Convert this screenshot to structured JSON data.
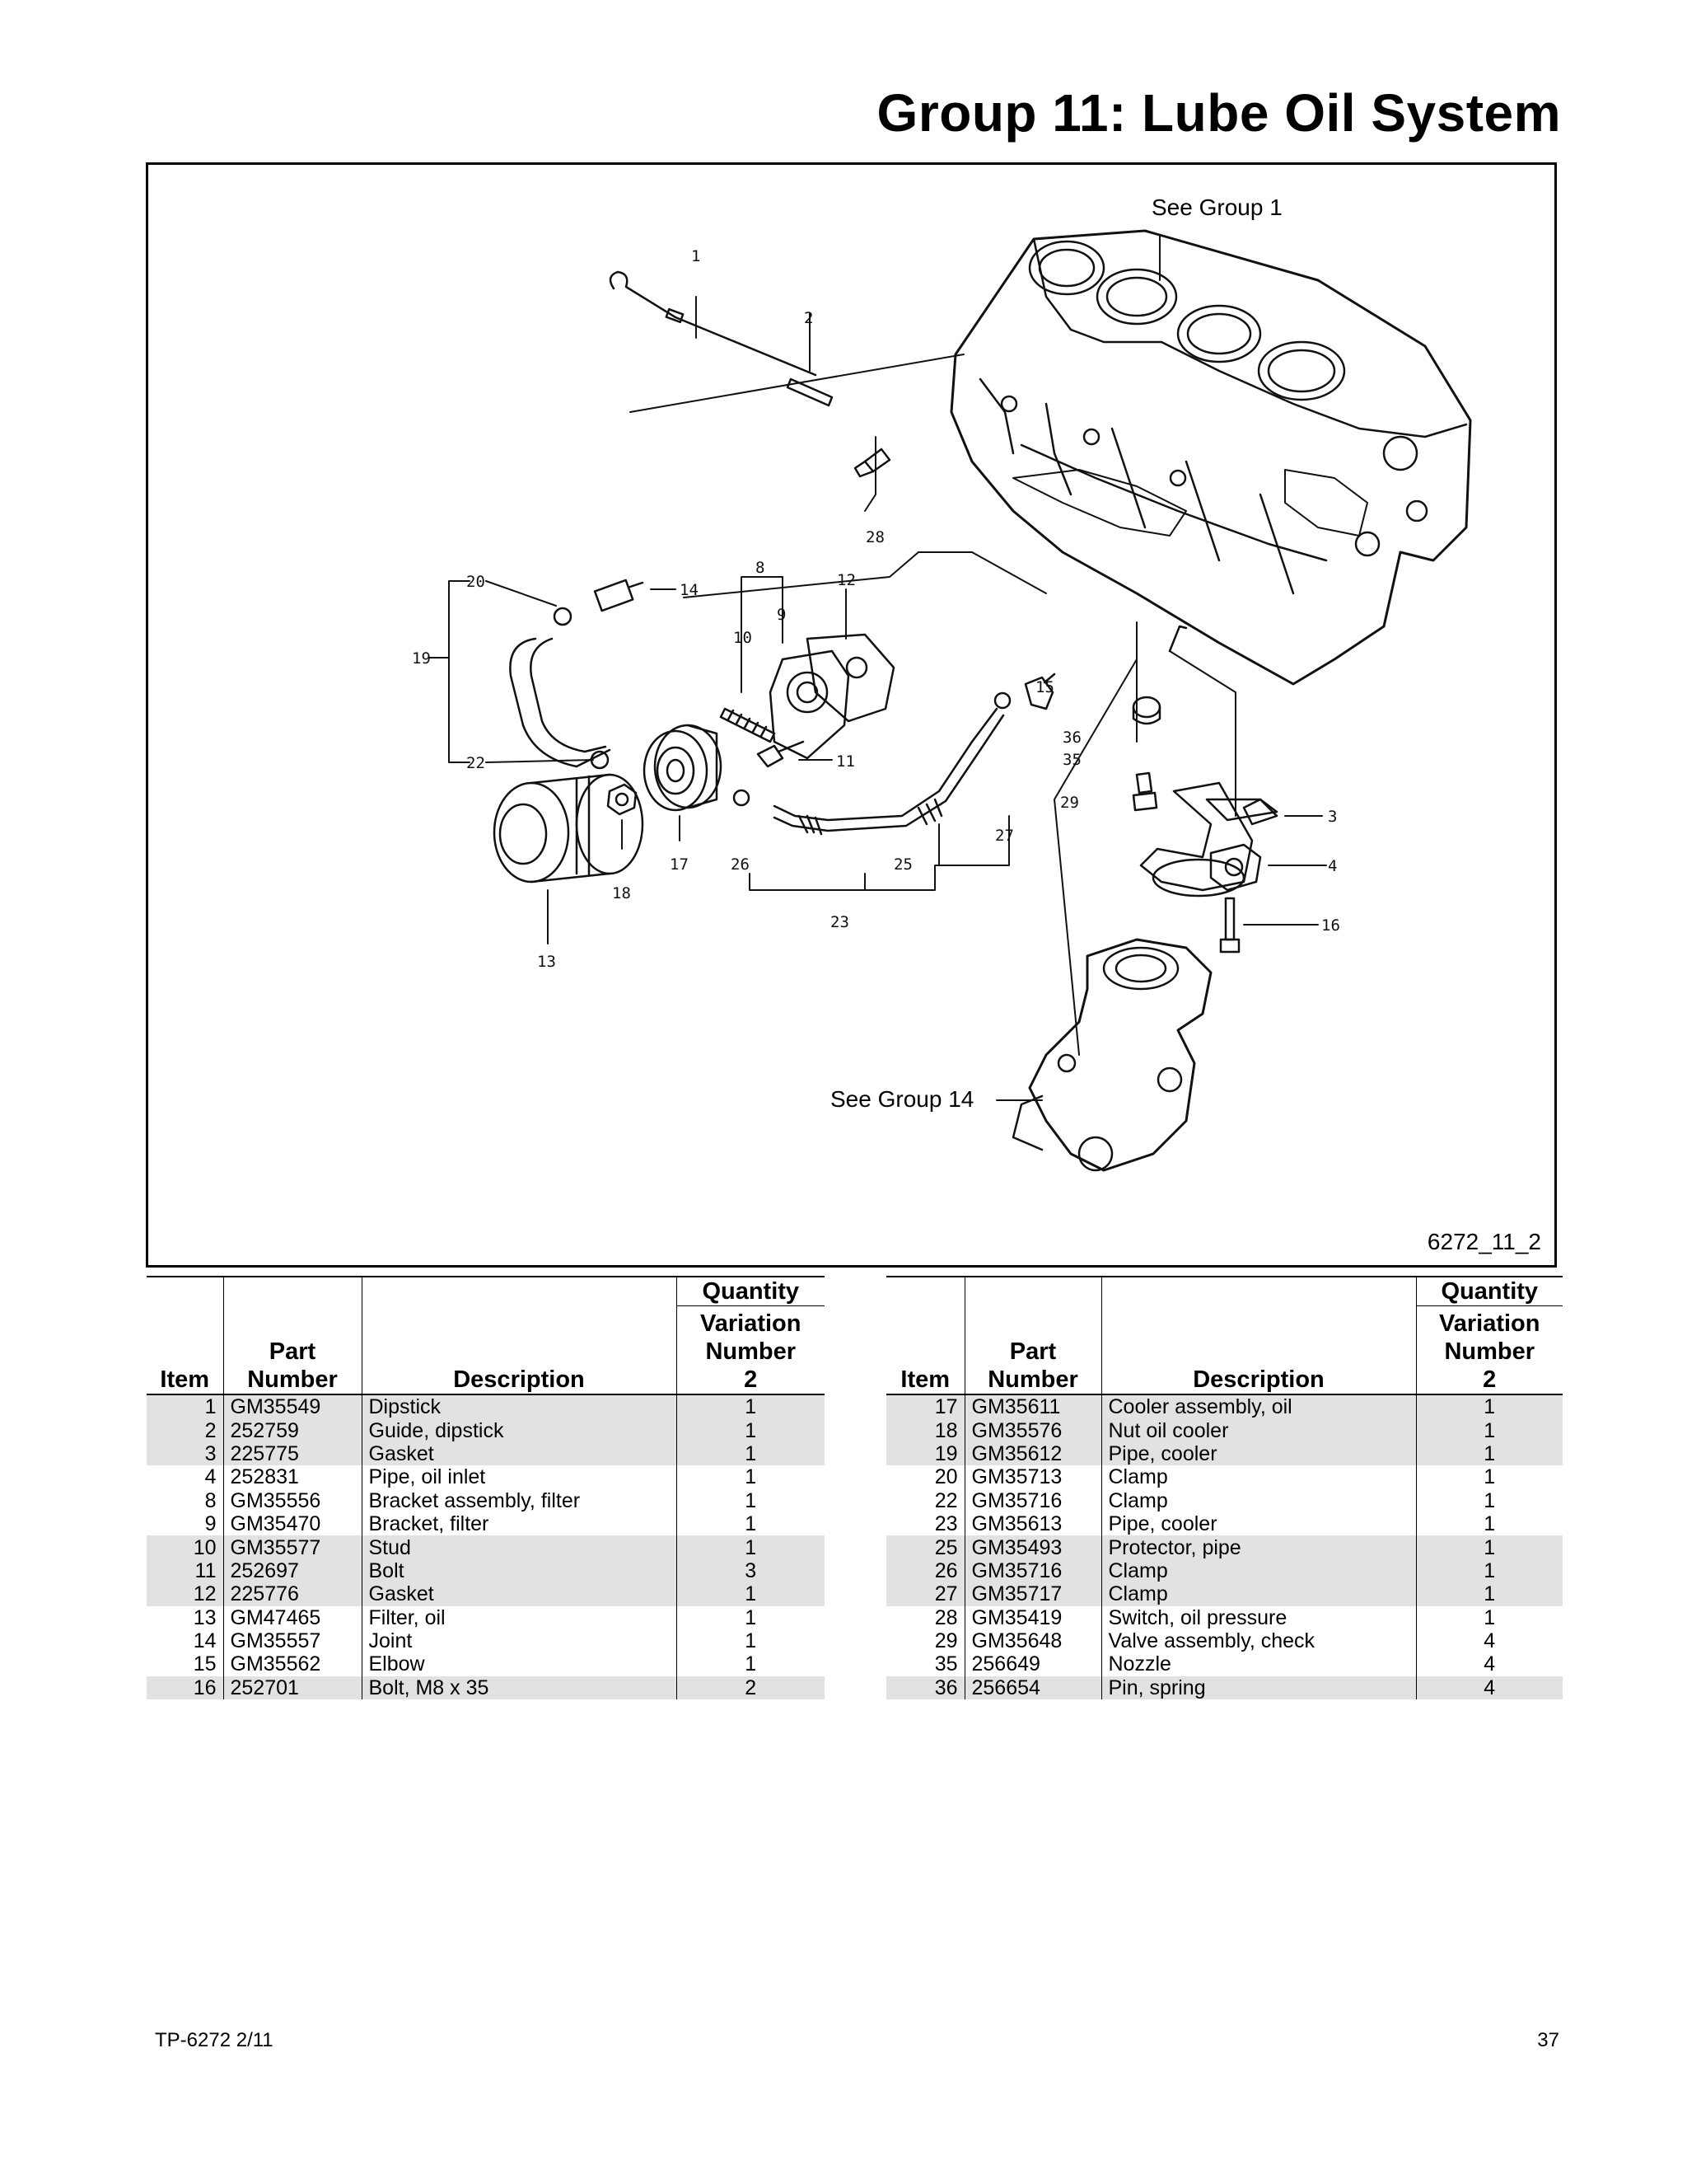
{
  "title": "Group 11:  Lube Oil System",
  "figure": {
    "see_group_1": "See Group 1",
    "see_group_14": "See Group 14",
    "figure_id": "6272_11_2",
    "callouts": [
      "1",
      "2",
      "28",
      "20",
      "14",
      "19",
      "22",
      "8",
      "9",
      "10",
      "12",
      "11",
      "17",
      "13",
      "18",
      "26",
      "25",
      "23",
      "15",
      "36",
      "35",
      "29",
      "27",
      "3",
      "4",
      "16"
    ]
  },
  "table": {
    "headers": {
      "item": "Item",
      "part": "Part",
      "number": "Number",
      "description": "Description",
      "quantity": "Quantity",
      "variation": "Variation",
      "variation_number": "Number",
      "variation_value": "2"
    },
    "left_rows": [
      {
        "item": "1",
        "part": "GM35549",
        "desc": "Dipstick",
        "qty": "1"
      },
      {
        "item": "2",
        "part": "252759",
        "desc": "Guide, dipstick",
        "qty": "1"
      },
      {
        "item": "3",
        "part": "225775",
        "desc": "Gasket",
        "qty": "1"
      },
      {
        "item": "4",
        "part": "252831",
        "desc": "Pipe, oil inlet",
        "qty": "1"
      },
      {
        "item": "8",
        "part": "GM35556",
        "desc": "Bracket assembly, filter",
        "qty": "1"
      },
      {
        "item": "9",
        "part": "GM35470",
        "desc": "Bracket, filter",
        "qty": "1"
      },
      {
        "item": "10",
        "part": "GM35577",
        "desc": "Stud",
        "qty": "1"
      },
      {
        "item": "11",
        "part": "252697",
        "desc": "Bolt",
        "qty": "3"
      },
      {
        "item": "12",
        "part": "225776",
        "desc": "Gasket",
        "qty": "1"
      },
      {
        "item": "13",
        "part": "GM47465",
        "desc": "Filter, oil",
        "qty": "1"
      },
      {
        "item": "14",
        "part": "GM35557",
        "desc": "Joint",
        "qty": "1"
      },
      {
        "item": "15",
        "part": "GM35562",
        "desc": "Elbow",
        "qty": "1"
      },
      {
        "item": "16",
        "part": "252701",
        "desc": "Bolt, M8 x 35",
        "qty": "2"
      }
    ],
    "right_rows": [
      {
        "item": "17",
        "part": "GM35611",
        "desc": "Cooler assembly, oil",
        "qty": "1"
      },
      {
        "item": "18",
        "part": "GM35576",
        "desc": "Nut oil cooler",
        "qty": "1"
      },
      {
        "item": "19",
        "part": "GM35612",
        "desc": "Pipe, cooler",
        "qty": "1"
      },
      {
        "item": "20",
        "part": "GM35713",
        "desc": "Clamp",
        "qty": "1"
      },
      {
        "item": "22",
        "part": "GM35716",
        "desc": "Clamp",
        "qty": "1"
      },
      {
        "item": "23",
        "part": "GM35613",
        "desc": "Pipe, cooler",
        "qty": "1"
      },
      {
        "item": "25",
        "part": "GM35493",
        "desc": "Protector, pipe",
        "qty": "1"
      },
      {
        "item": "26",
        "part": "GM35716",
        "desc": "Clamp",
        "qty": "1"
      },
      {
        "item": "27",
        "part": "GM35717",
        "desc": "Clamp",
        "qty": "1"
      },
      {
        "item": "28",
        "part": "GM35419",
        "desc": "Switch, oil pressure",
        "qty": "1"
      },
      {
        "item": "29",
        "part": "GM35648",
        "desc": "Valve assembly, check",
        "qty": "4"
      },
      {
        "item": "35",
        "part": "256649",
        "desc": "Nozzle",
        "qty": "4"
      },
      {
        "item": "36",
        "part": "256654",
        "desc": "Pin, spring",
        "qty": "4"
      }
    ]
  },
  "footer": {
    "doc_id": "TP-6272  2/11",
    "page_number": "37"
  }
}
